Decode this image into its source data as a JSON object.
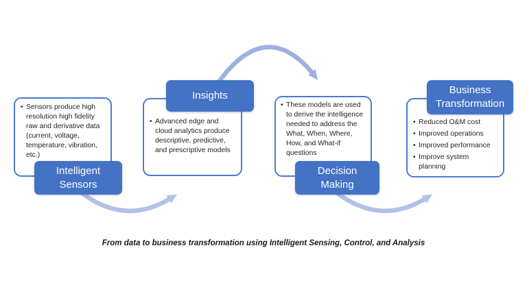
{
  "caption": "From data to business transformation using Intelligent Sensing, Control, and Analysis",
  "bullet_glyph": "•",
  "colors": {
    "accent": "#4472c4",
    "card_border": "#4a7ad0",
    "label_text": "#ffffff",
    "body_text": "#1f1f1f",
    "arrow_top": "#9fb0e0",
    "arrow_bottom": "#b3c0e8"
  },
  "stages": [
    {
      "label_lines": [
        "Intelligent",
        "Sensors"
      ],
      "bullets": [
        "Sensors produce high resolution high fidelity raw and derivative data (current, voltage, temperature, vibration, etc.)"
      ]
    },
    {
      "label_lines": [
        "Insights"
      ],
      "bullets": [
        "Advanced edge and cloud analytics produce descriptive,  predictive, and prescriptive models"
      ]
    },
    {
      "label_lines": [
        "Decision",
        "Making"
      ],
      "bullets": [
        "These models are used to derive the intelligence needed to address the What, When, Where, How, and What-if questions"
      ]
    },
    {
      "label_lines": [
        "Business",
        "Transformation"
      ],
      "bullets": [
        "Reduced O&M cost",
        "Improved operations",
        "Improved performance",
        "Improve system planning"
      ]
    }
  ]
}
